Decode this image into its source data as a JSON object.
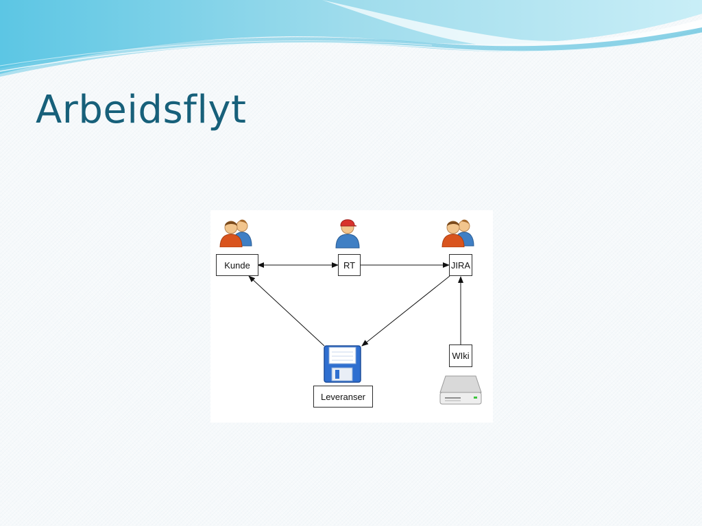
{
  "slide": {
    "title": "Arbeidsflyt"
  },
  "diagram": {
    "nodes": {
      "kunde": "Kunde",
      "rt": "RT",
      "jira": "JIRA",
      "wiki": "WIki",
      "leveranser": "Leveranser"
    },
    "edges": [
      {
        "from": "kunde",
        "to": "rt",
        "direction": "both"
      },
      {
        "from": "rt",
        "to": "jira",
        "direction": "forward"
      },
      {
        "from": "leveranser",
        "to": "kunde",
        "direction": "forward"
      },
      {
        "from": "jira",
        "to": "leveranser",
        "direction": "forward"
      },
      {
        "from": "wiki",
        "to": "jira",
        "direction": "forward"
      }
    ],
    "icons": {
      "kunde": "users-group-icon",
      "rt": "user-red-cap-icon",
      "jira": "users-group-icon",
      "leveranser": "floppy-disk-icon",
      "wiki": "hard-drive-icon"
    }
  },
  "colors": {
    "title": "#17607a",
    "banner_light": "#bfe6f2",
    "banner_dark": "#3bb3d6"
  }
}
